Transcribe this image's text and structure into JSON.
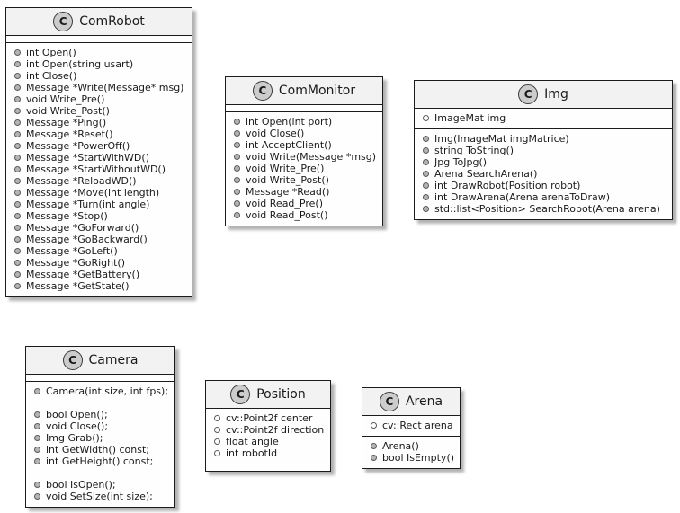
{
  "colors": {
    "canvas_bg": "#ffffff",
    "box_border": "#1b1b1b",
    "header_bg": "#f2f2f2",
    "body_bg": "#fefefe",
    "circle_bg": "#cccccc",
    "circle_border": "#3a3a3a",
    "method_dot": "#b4b4b4",
    "field_dot": "#ffffff",
    "dot_border": "#5a5a5a",
    "text": "#1a1a1a"
  },
  "diagram": {
    "type": "uml-class-diagram",
    "classes": [
      {
        "id": "comrobot",
        "stereotype": "C",
        "name": "ComRobot",
        "fields": [],
        "methods": [
          "int Open()",
          "int Open(string usart)",
          "int Close()",
          "Message *Write(Message* msg)",
          "void Write_Pre()",
          "void Write_Post()",
          "Message *Ping()",
          "Message *Reset()",
          "Message *PowerOff()",
          "Message *StartWithWD()",
          "Message *StartWithoutWD()",
          "Message *ReloadWD()",
          "Message *Move(int length)",
          "Message *Turn(int angle)",
          "Message *Stop()",
          "Message *GoForward()",
          "Message *GoBackward()",
          "Message *GoLeft()",
          "Message *GoRight()",
          "Message *GetBattery()",
          "Message *GetState()"
        ]
      },
      {
        "id": "commonitor",
        "stereotype": "C",
        "name": "ComMonitor",
        "fields": [],
        "methods": [
          "int Open(int port)",
          "void Close()",
          "int AcceptClient()",
          "void Write(Message *msg)",
          "void Write_Pre()",
          "void Write_Post()",
          "Message *Read()",
          "void Read_Pre()",
          "void Read_Post()"
        ]
      },
      {
        "id": "img",
        "stereotype": "C",
        "name": "Img",
        "fields": [
          "ImageMat img"
        ],
        "methods": [
          "Img(ImageMat imgMatrice)",
          "string ToString()",
          "Jpg ToJpg()",
          "Arena SearchArena()",
          "int DrawRobot(Position robot)",
          "int DrawArena(Arena arenaToDraw)",
          "std::list<Position> SearchRobot(Arena arena)"
        ]
      },
      {
        "id": "camera",
        "stereotype": "C",
        "name": "Camera",
        "fields": [],
        "methods": [
          "Camera(int size, int fps);",
          "",
          "bool Open();",
          "void Close();",
          "Img Grab();",
          "int GetWidth() const;",
          "int GetHeight() const;",
          "",
          "bool IsOpen();",
          "void SetSize(int size);"
        ]
      },
      {
        "id": "position",
        "stereotype": "C",
        "name": "Position",
        "fields": [
          "cv::Point2f center",
          "cv::Point2f direction",
          "float angle",
          "int robotId"
        ],
        "methods": []
      },
      {
        "id": "arena",
        "stereotype": "C",
        "name": "Arena",
        "fields": [
          "cv::Rect arena"
        ],
        "methods": [
          "Arena()",
          "bool IsEmpty()"
        ]
      }
    ]
  }
}
